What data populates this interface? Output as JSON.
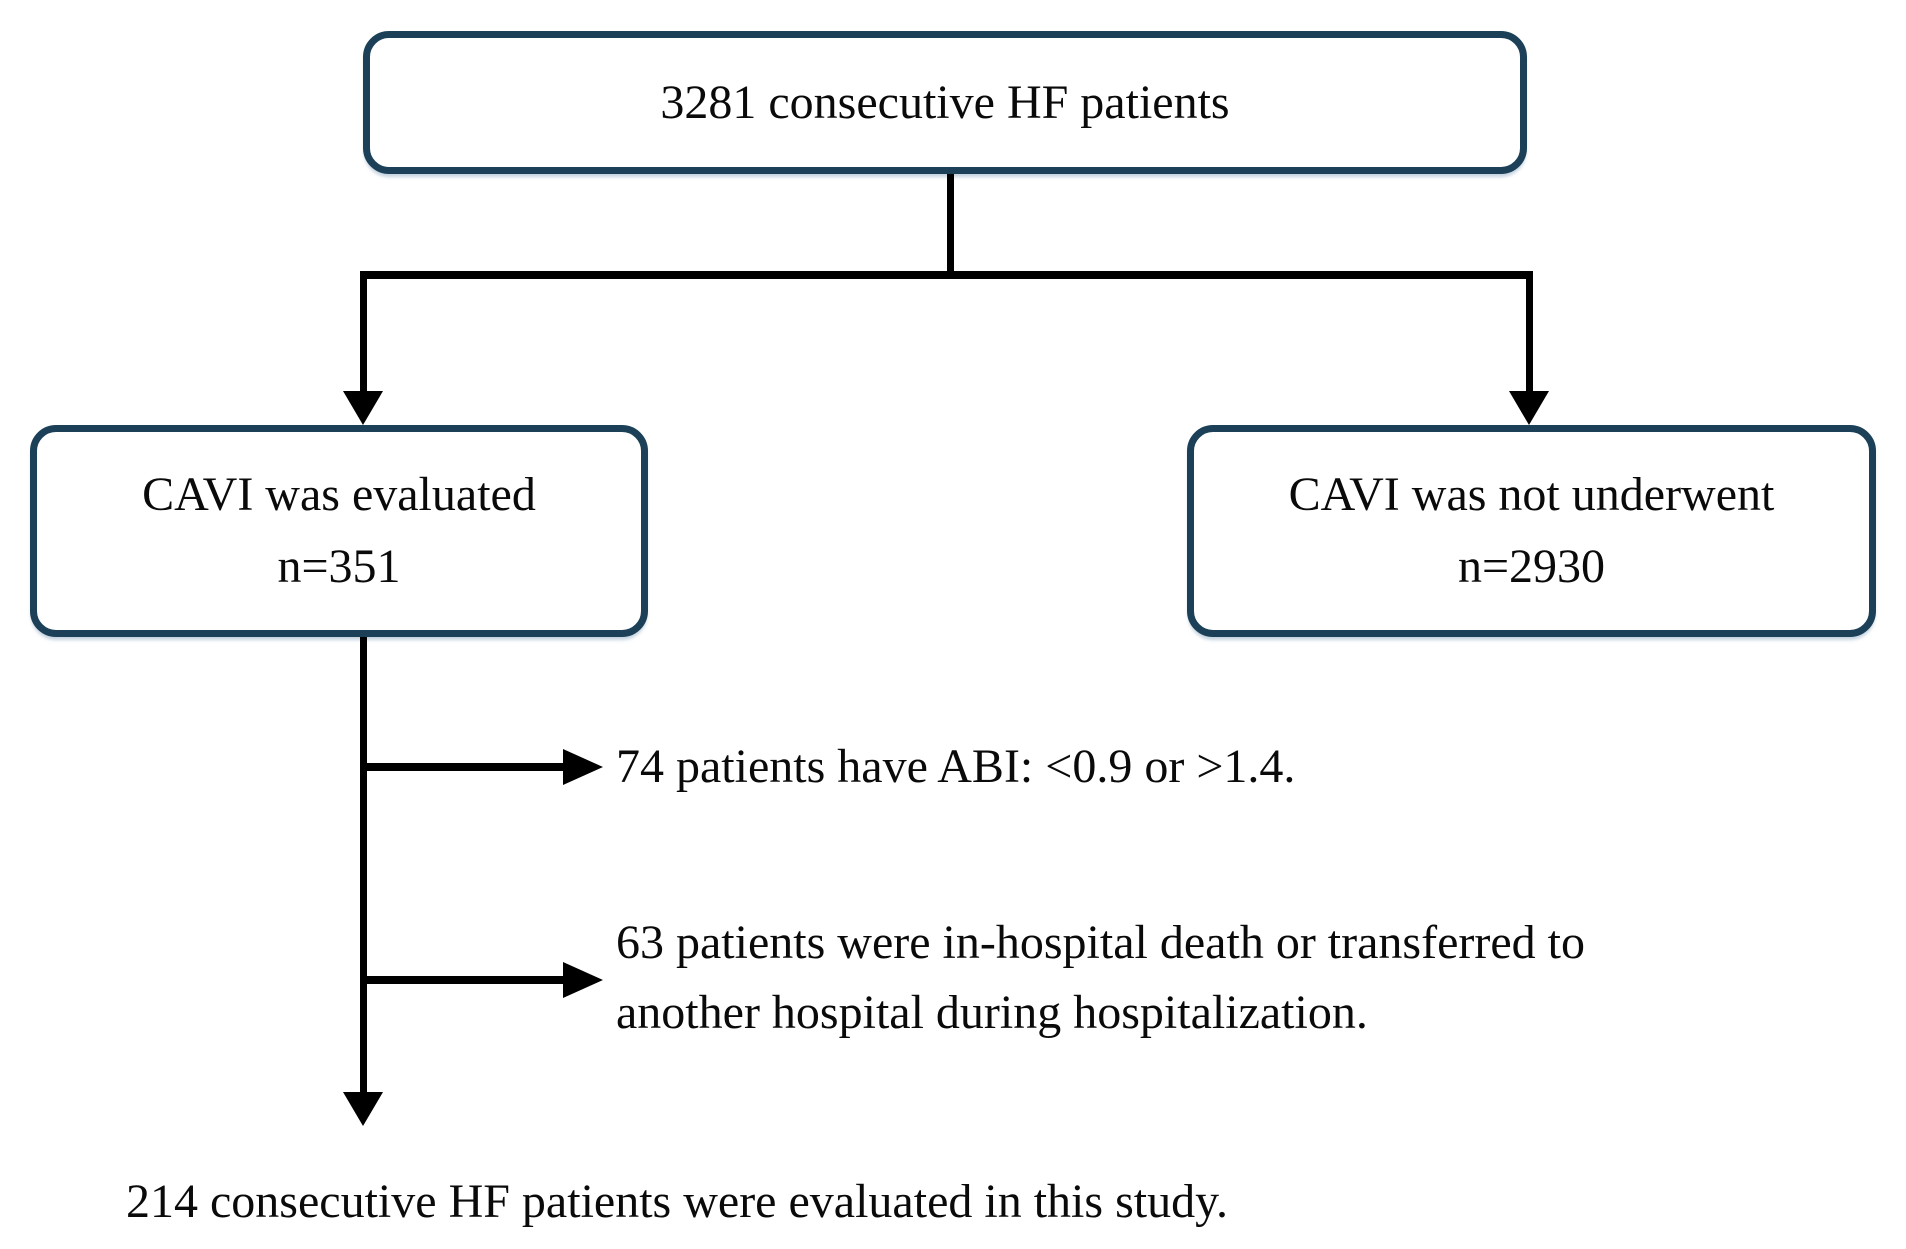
{
  "figure": {
    "background": "#ffffff",
    "box_border_color": "#1b4057",
    "connector_color": "#000000",
    "text_color": "#0a0a0a"
  },
  "nodes": {
    "total": {
      "label": "3281 consecutive HF patients"
    },
    "evaluated": {
      "line1": "CAVI was evaluated",
      "line2": "n=351"
    },
    "not_underwent": {
      "line1": "CAVI was not underwent",
      "line2": "n=2930"
    }
  },
  "exclusions": [
    {
      "line1": "74 patients have ABI: <0.9 or >1.4."
    },
    {
      "line1": "63 patients were in-hospital death or transferred to",
      "line2": "another hospital during hospitalization."
    }
  ],
  "result": {
    "label": "214 consecutive HF patients were evaluated in this study."
  }
}
